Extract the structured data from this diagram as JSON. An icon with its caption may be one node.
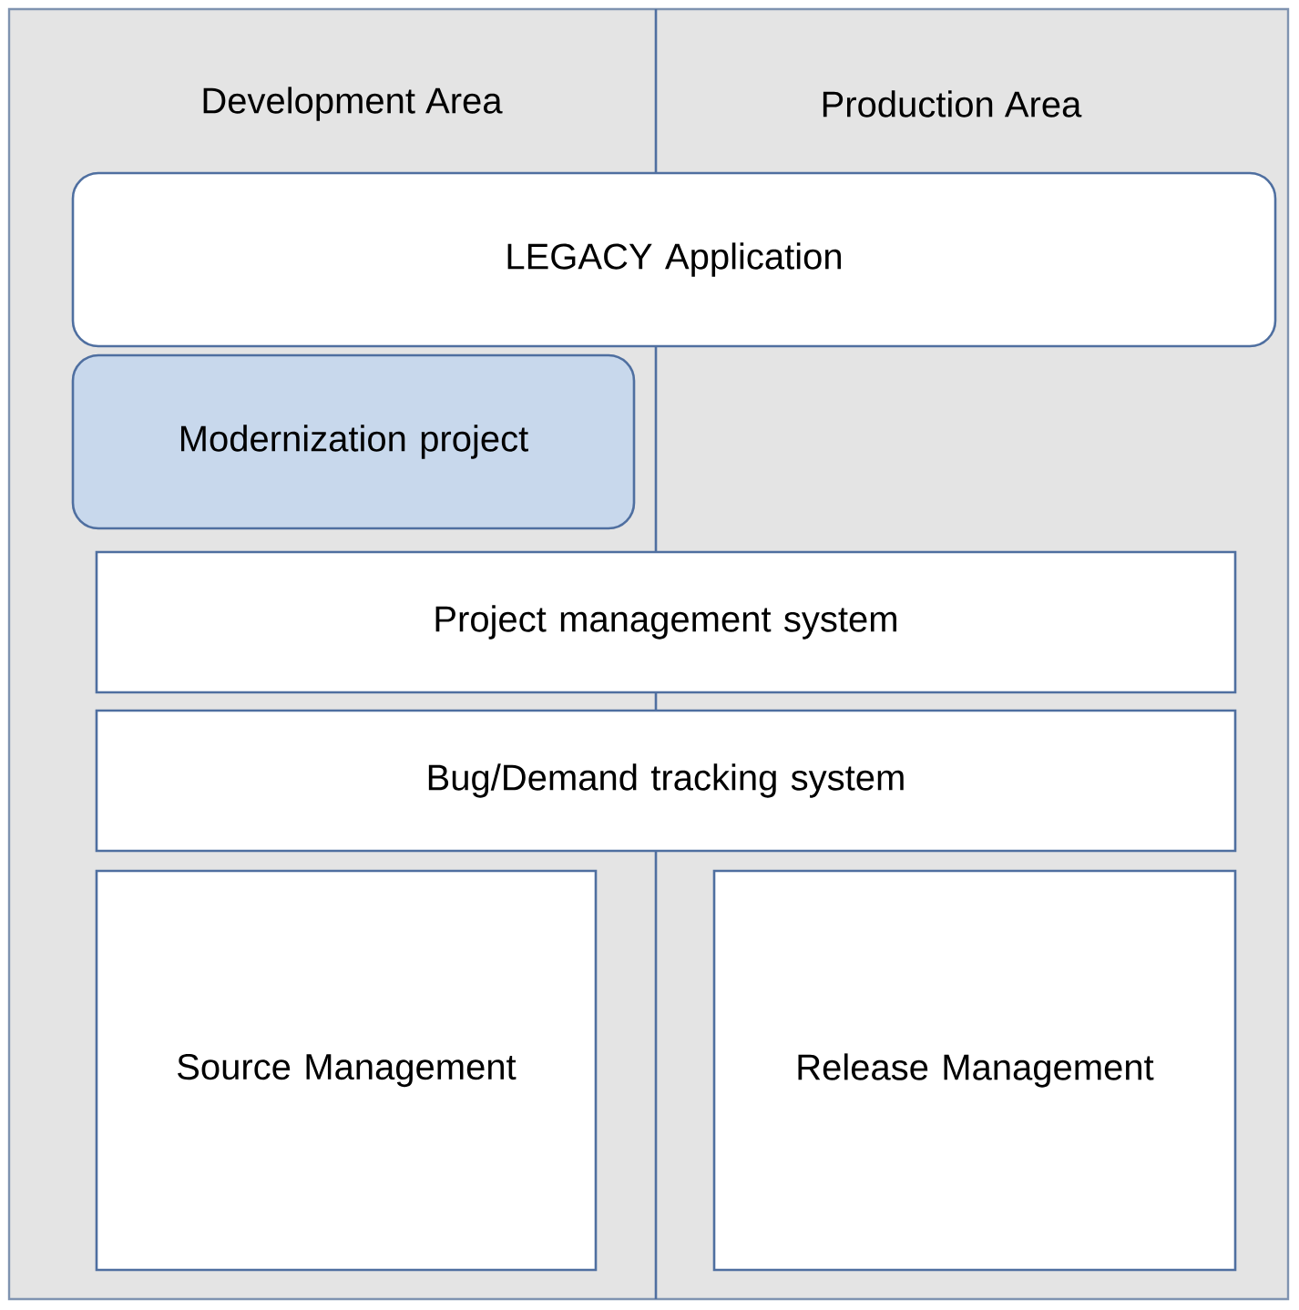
{
  "diagram": {
    "nodes": [
      {
        "text": [
          "LEGACY Application"
        ]
      },
      {
        "text": [
          "Modernization project"
        ]
      },
      {
        "text": [
          "Project management system"
        ]
      },
      {
        "text": [
          "Bug/Demand tracking system"
        ]
      },
      {
        "text": [
          "Source Management"
        ]
      },
      {
        "text": [
          "Release Management"
        ]
      }
    ],
    "labels": [
      "Development Area",
      "Production Area"
    ]
  }
}
